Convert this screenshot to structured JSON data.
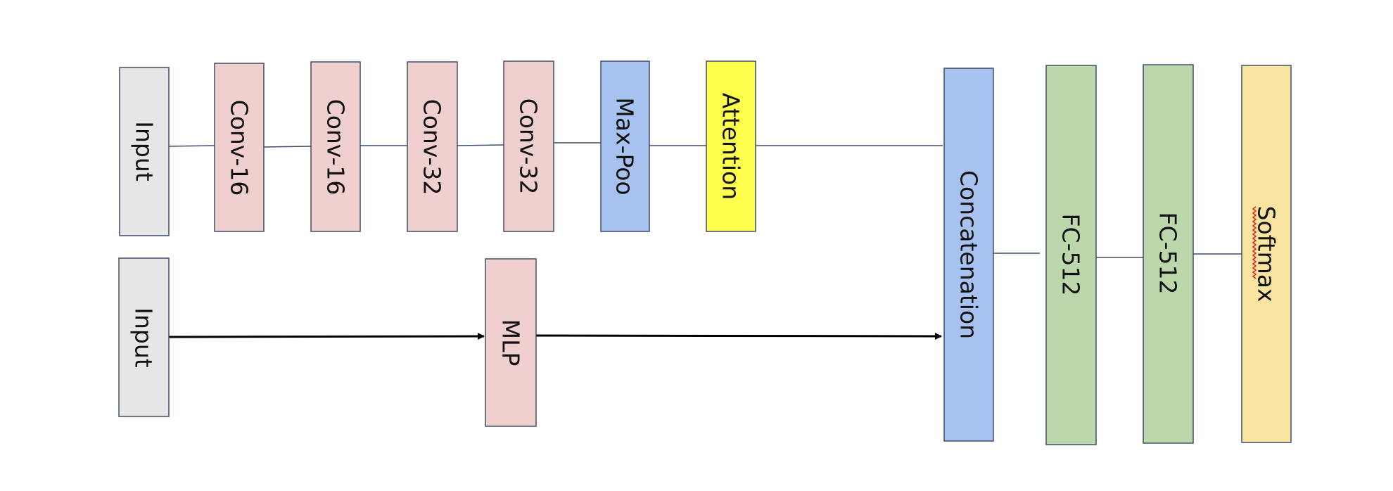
{
  "colors": {
    "input": "#e6e6e6",
    "conv": "#f0cfcf",
    "pool": "#a8c2ef",
    "attention": "#ffff4d",
    "concat": "#a8c2ef",
    "fc": "#bdd7ad",
    "softmax": "#f9e5a0",
    "border": "#3e4e66",
    "connector": "#3e4e66",
    "arrow": "#000000",
    "spellcheck": "#e02020"
  },
  "blocks": {
    "input_top": {
      "label": "Input"
    },
    "conv1": {
      "label": "Conv-16"
    },
    "conv2": {
      "label": "Conv-16"
    },
    "conv3": {
      "label": "Conv-32"
    },
    "conv4": {
      "label": "Conv-32"
    },
    "maxpool": {
      "label": "Max-Poo"
    },
    "attention": {
      "label": "Attention"
    },
    "input_bottom": {
      "label": "Input"
    },
    "mlp": {
      "label": "MLP"
    },
    "concat": {
      "label": "Concatenation"
    },
    "fc1": {
      "label": "FC-512"
    },
    "fc2": {
      "label": "FC-512"
    },
    "softmax": {
      "label": "Softmax"
    }
  }
}
